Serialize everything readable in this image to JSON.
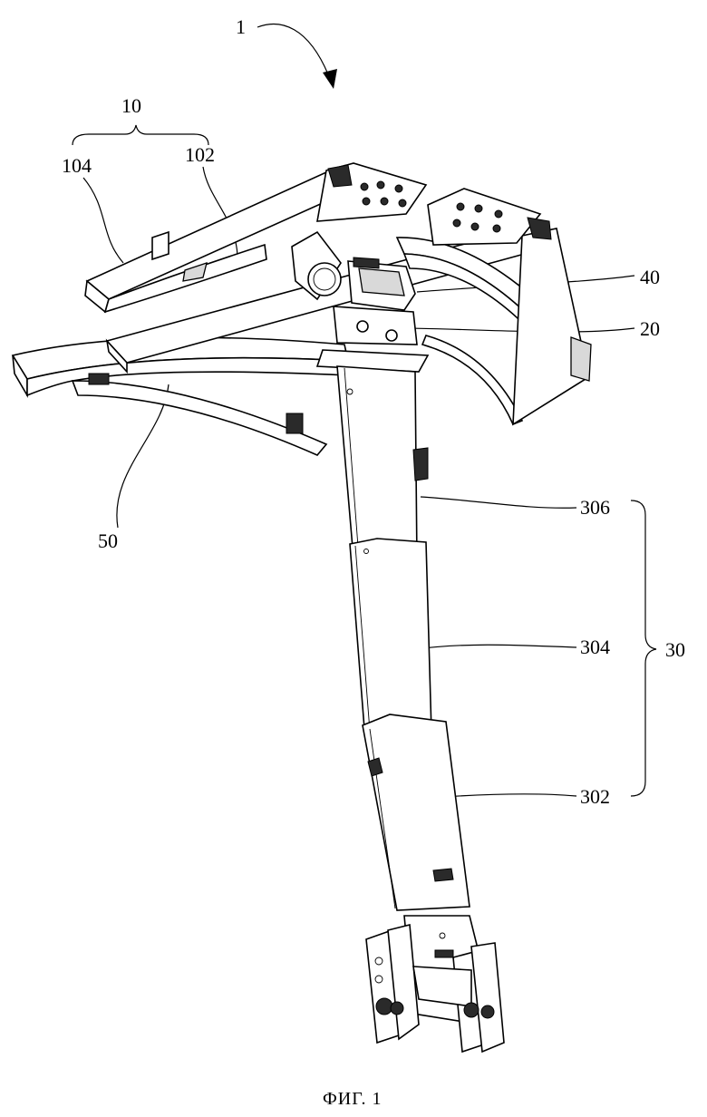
{
  "figure": {
    "caption": "ФИГ. 1",
    "labels": {
      "assembly": "1",
      "frame": "10",
      "frame_part_a": "104",
      "frame_part_b": "102",
      "motor": "40",
      "joint": "20",
      "rail": "50",
      "column": "30",
      "section_upper": "306",
      "section_middle": "304",
      "section_lower": "302"
    }
  }
}
